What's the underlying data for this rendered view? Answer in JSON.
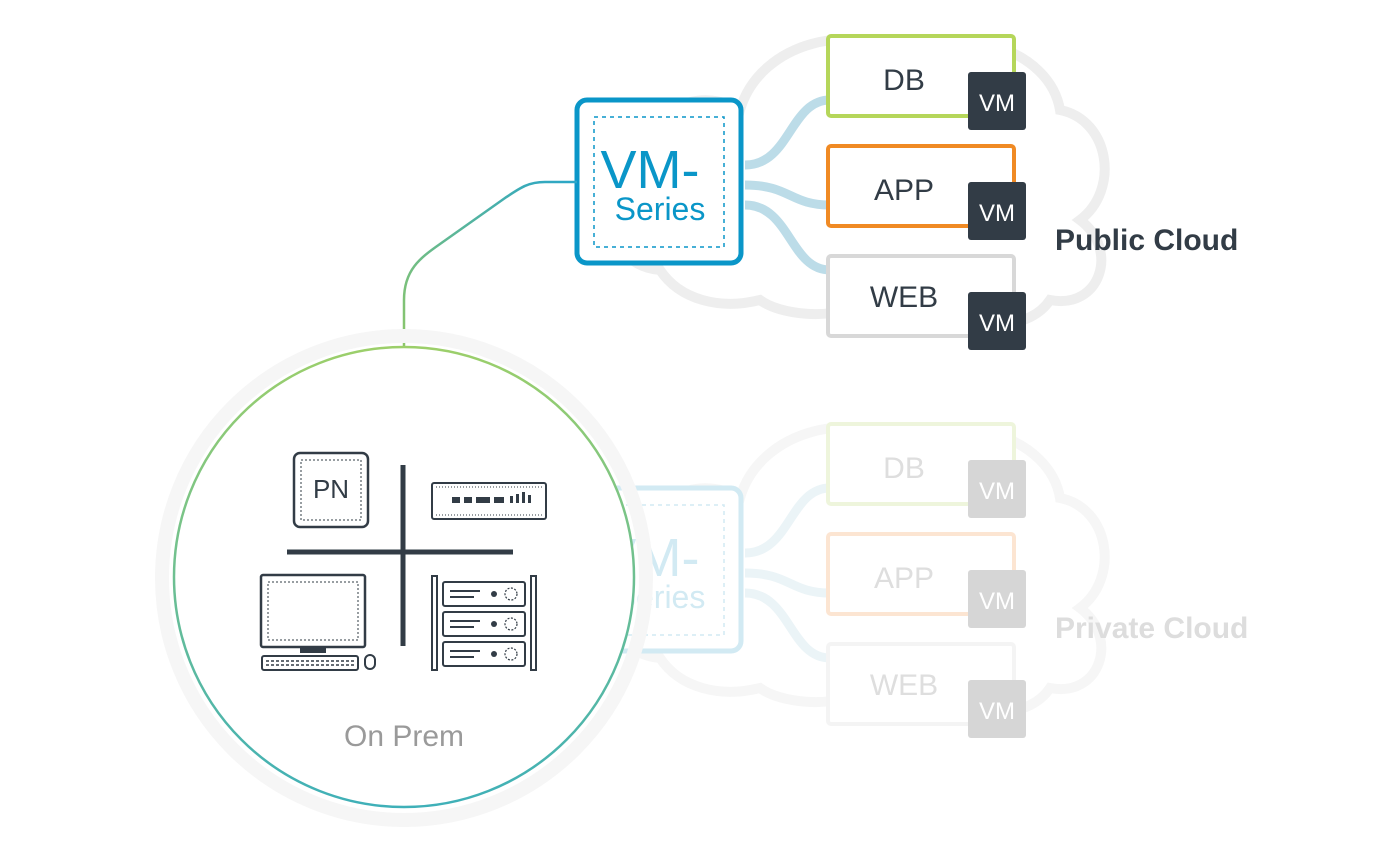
{
  "colors": {
    "blue": "#0a96c8",
    "light_blue": "#a9d4e1",
    "green_line": "#8cc66a",
    "db_green": "#b5d65a",
    "app_orange": "#f08a24",
    "web_gray": "#d8d8d8",
    "vm_dark": "#323c46",
    "text_dark": "#323c46",
    "faded_text": "#d6d6d6",
    "on_prem_text": "#9a9a9a"
  },
  "public_cloud": {
    "label": "Public Cloud",
    "firewall": {
      "line1": "VM-",
      "line2": "Series"
    },
    "servers": [
      {
        "name": "DB",
        "badge": "VM"
      },
      {
        "name": "APP",
        "badge": "VM"
      },
      {
        "name": "WEB",
        "badge": "VM"
      }
    ]
  },
  "private_cloud": {
    "label": "Private Cloud",
    "firewall": {
      "line1": "VM-",
      "line2": "Series"
    },
    "servers": [
      {
        "name": "DB",
        "badge": "VM"
      },
      {
        "name": "APP",
        "badge": "VM"
      },
      {
        "name": "WEB",
        "badge": "VM"
      }
    ]
  },
  "on_prem": {
    "label": "On Prem",
    "pn_label": "PN",
    "icons": [
      "pn-appliance-icon",
      "firewall-appliance-icon",
      "desktop-computer-icon",
      "server-rack-icon"
    ]
  }
}
